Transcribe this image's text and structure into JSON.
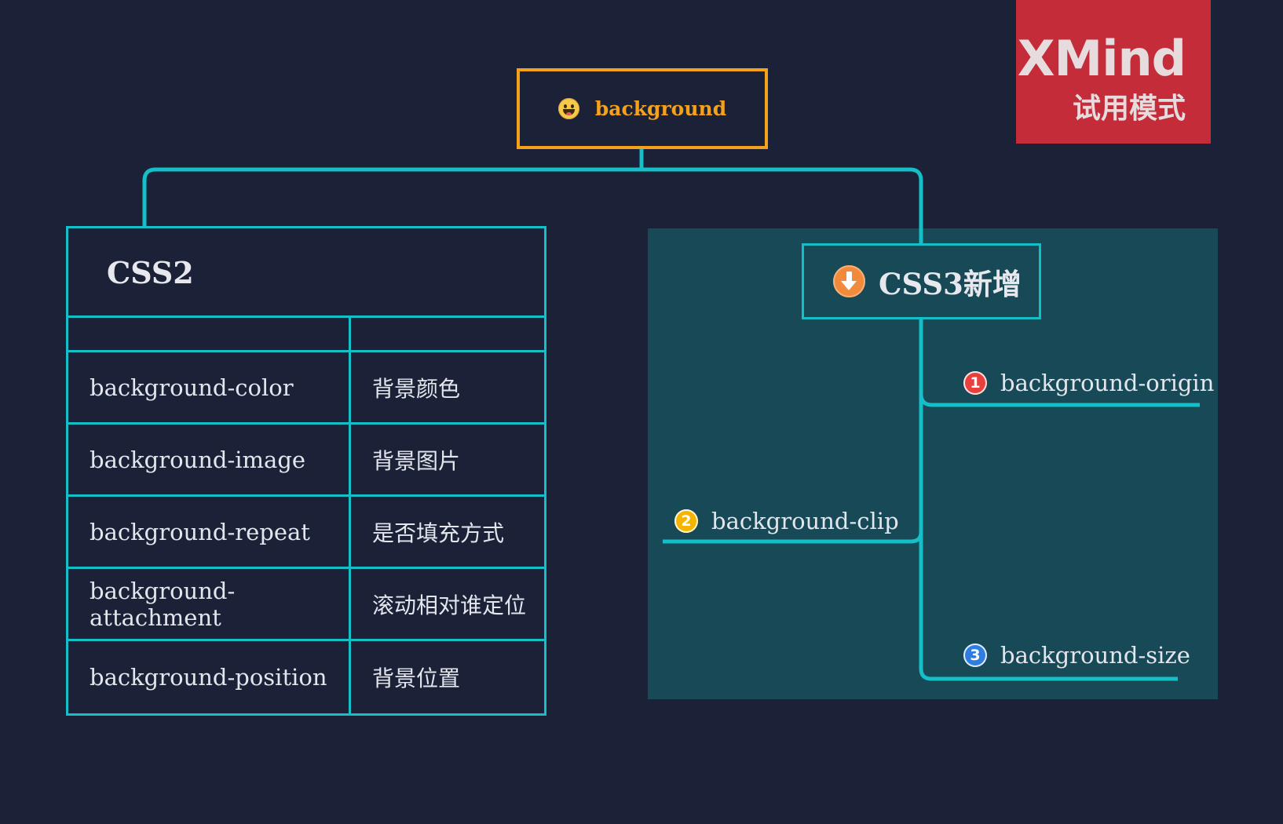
{
  "root": {
    "label": "background",
    "icon": "grinning-face-icon",
    "color": "#f5a11c"
  },
  "css2": {
    "title": "CSS2",
    "rows": [
      {
        "property": "background-color",
        "description": "背景颜色"
      },
      {
        "property": "background-image",
        "description": "背景图片"
      },
      {
        "property": "background-repeat",
        "description": "是否填充方式"
      },
      {
        "property": "background-attachment",
        "description": "滚动相对谁定位"
      },
      {
        "property": "background-position",
        "description": "背景位置"
      }
    ]
  },
  "css3": {
    "title": "CSS3新增",
    "icon": "down-arrow-icon",
    "branches": [
      {
        "number": "1",
        "label": "background-origin",
        "icon_color": "#e8403d"
      },
      {
        "number": "2",
        "label": "background-clip",
        "icon_color": "#f5b400"
      },
      {
        "number": "3",
        "label": "background-size",
        "icon_color": "#2f7de1"
      }
    ]
  },
  "watermark": {
    "logo": "XMind",
    "subtitle": "试用模式"
  },
  "colors": {
    "background": "#1b2237",
    "connector": "#14bfc7",
    "panel": "#184957",
    "watermark": "#c42c39"
  }
}
